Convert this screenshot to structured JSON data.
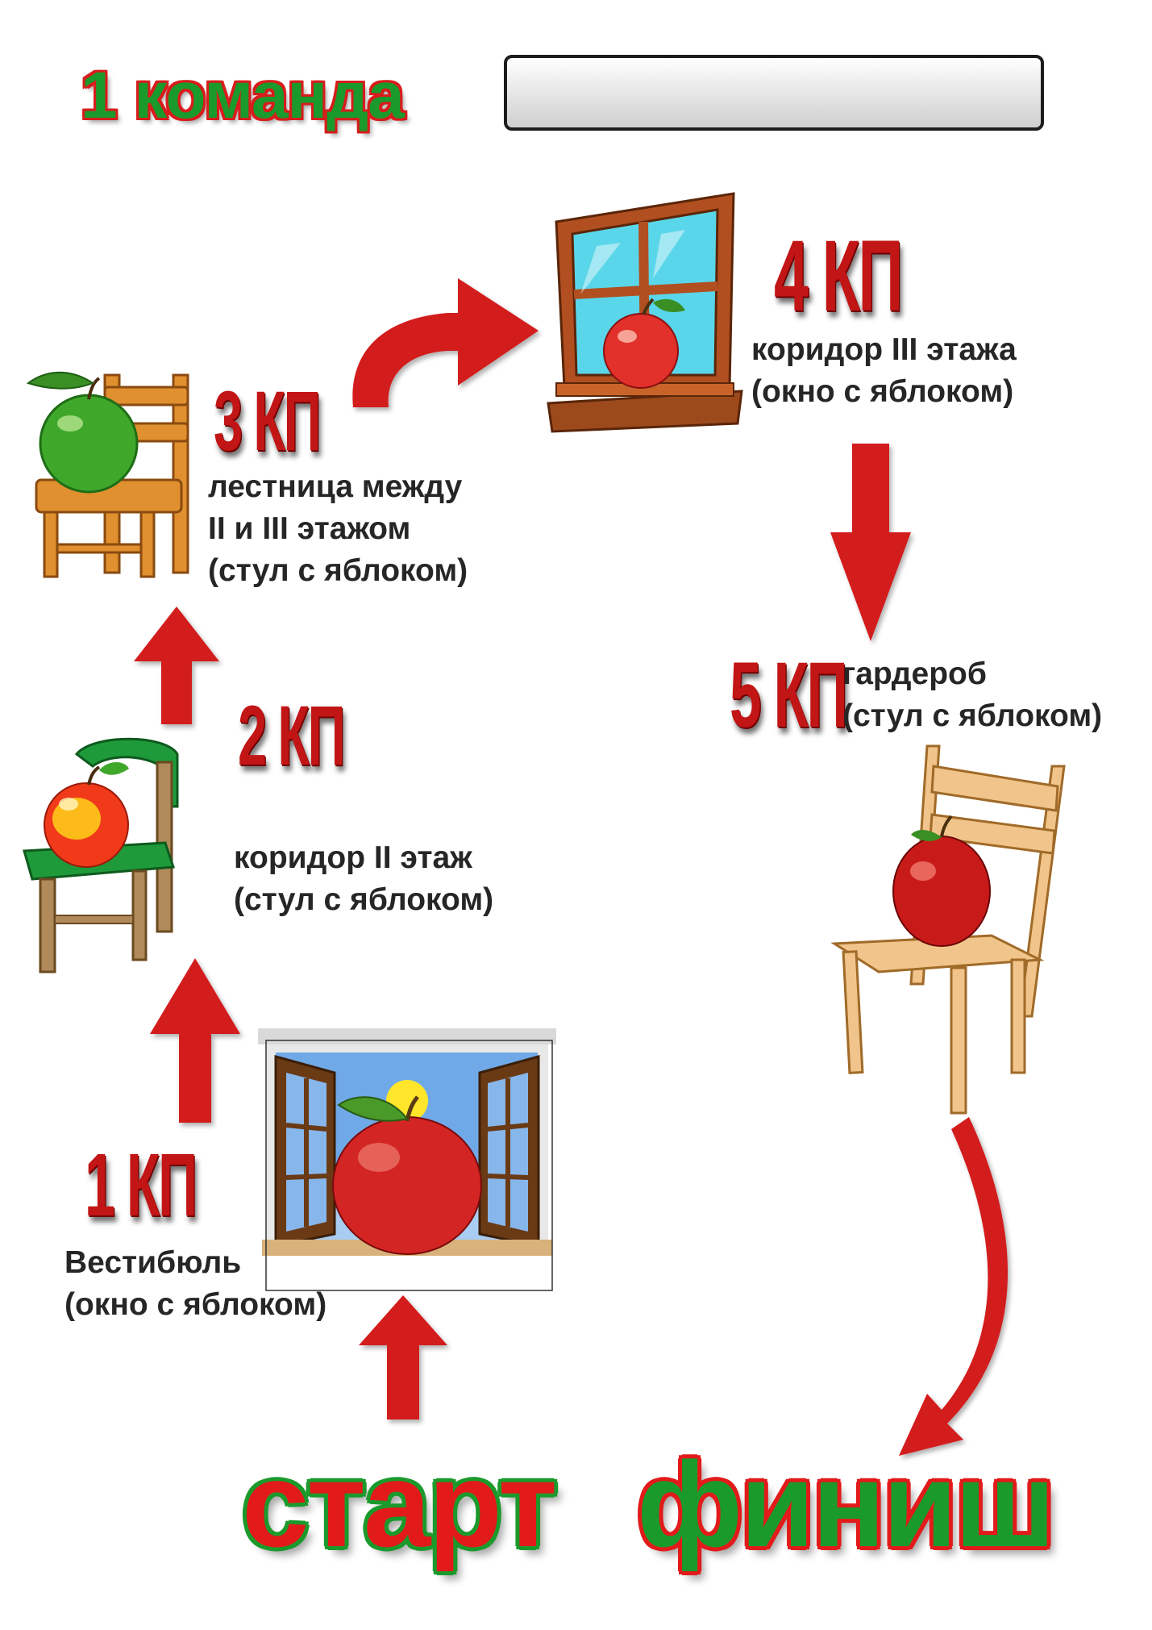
{
  "header": {
    "team_label": "1 команда",
    "team_name_value": ""
  },
  "checkpoints": [
    {
      "label": "1 КП",
      "location": [
        "Вестибюль",
        "(окно с яблоком)"
      ]
    },
    {
      "label": "2 КП",
      "location": [
        "коридор II этаж",
        "(стул с яблоком)"
      ]
    },
    {
      "label": "3 КП",
      "location": [
        "лестница между",
        "II и III этажом",
        "(стул с яблоком)"
      ]
    },
    {
      "label": "4 КП",
      "location": [
        "коридор III этажа",
        "(окно с яблоком)"
      ]
    },
    {
      "label": "5 КП",
      "location": [
        "гардероб",
        "(стул с яблоком)"
      ]
    }
  ],
  "footer": {
    "start_label": "старт",
    "finish_label": "финиш"
  },
  "colors": {
    "arrow_red": "#d31a1a",
    "title_green": "#1a9a2a",
    "kp_red": "#c21515"
  }
}
